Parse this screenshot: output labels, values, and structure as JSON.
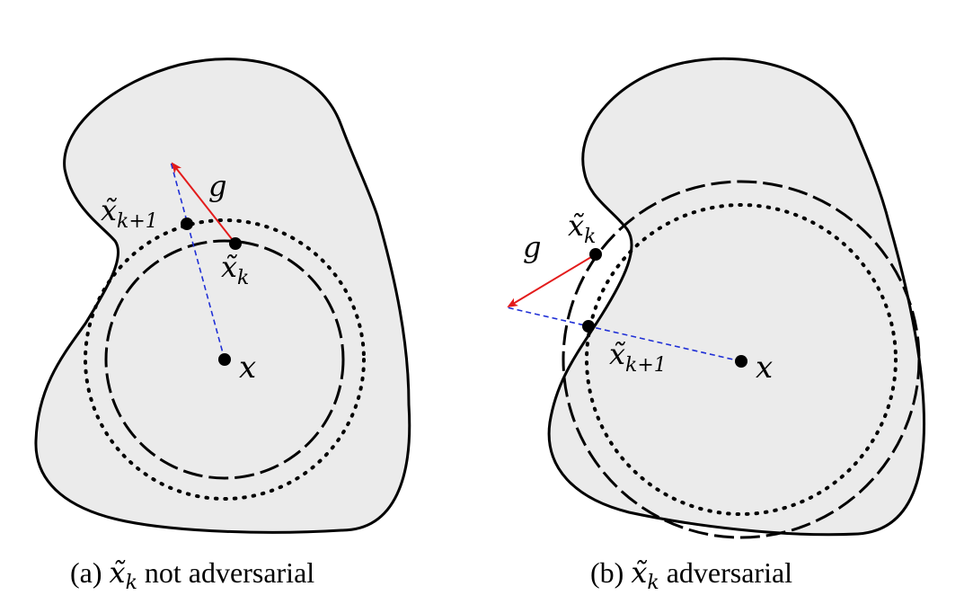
{
  "panel_a": {
    "caption_prefix": "(a)",
    "caption_math": "x̃",
    "caption_sub": "k",
    "caption_suffix": "not adversarial",
    "labels": {
      "g": "g",
      "x": "x",
      "xk": "x̃",
      "xk_sub": "k",
      "xk1": "x̃",
      "xk1_sub": "k+1"
    }
  },
  "panel_b": {
    "caption_prefix": "(b)",
    "caption_math": "x̃",
    "caption_sub": "k",
    "caption_suffix": "adversarial",
    "labels": {
      "g": "g",
      "x": "x",
      "xk": "x̃",
      "xk_sub": "k",
      "xk1": "x̃",
      "xk1_sub": "k+1"
    }
  },
  "colors": {
    "region_fill": "#ebebeb",
    "outline": "#000000",
    "gradient_arrow": "#e31b1b",
    "projection_line": "#1f2fd6"
  }
}
